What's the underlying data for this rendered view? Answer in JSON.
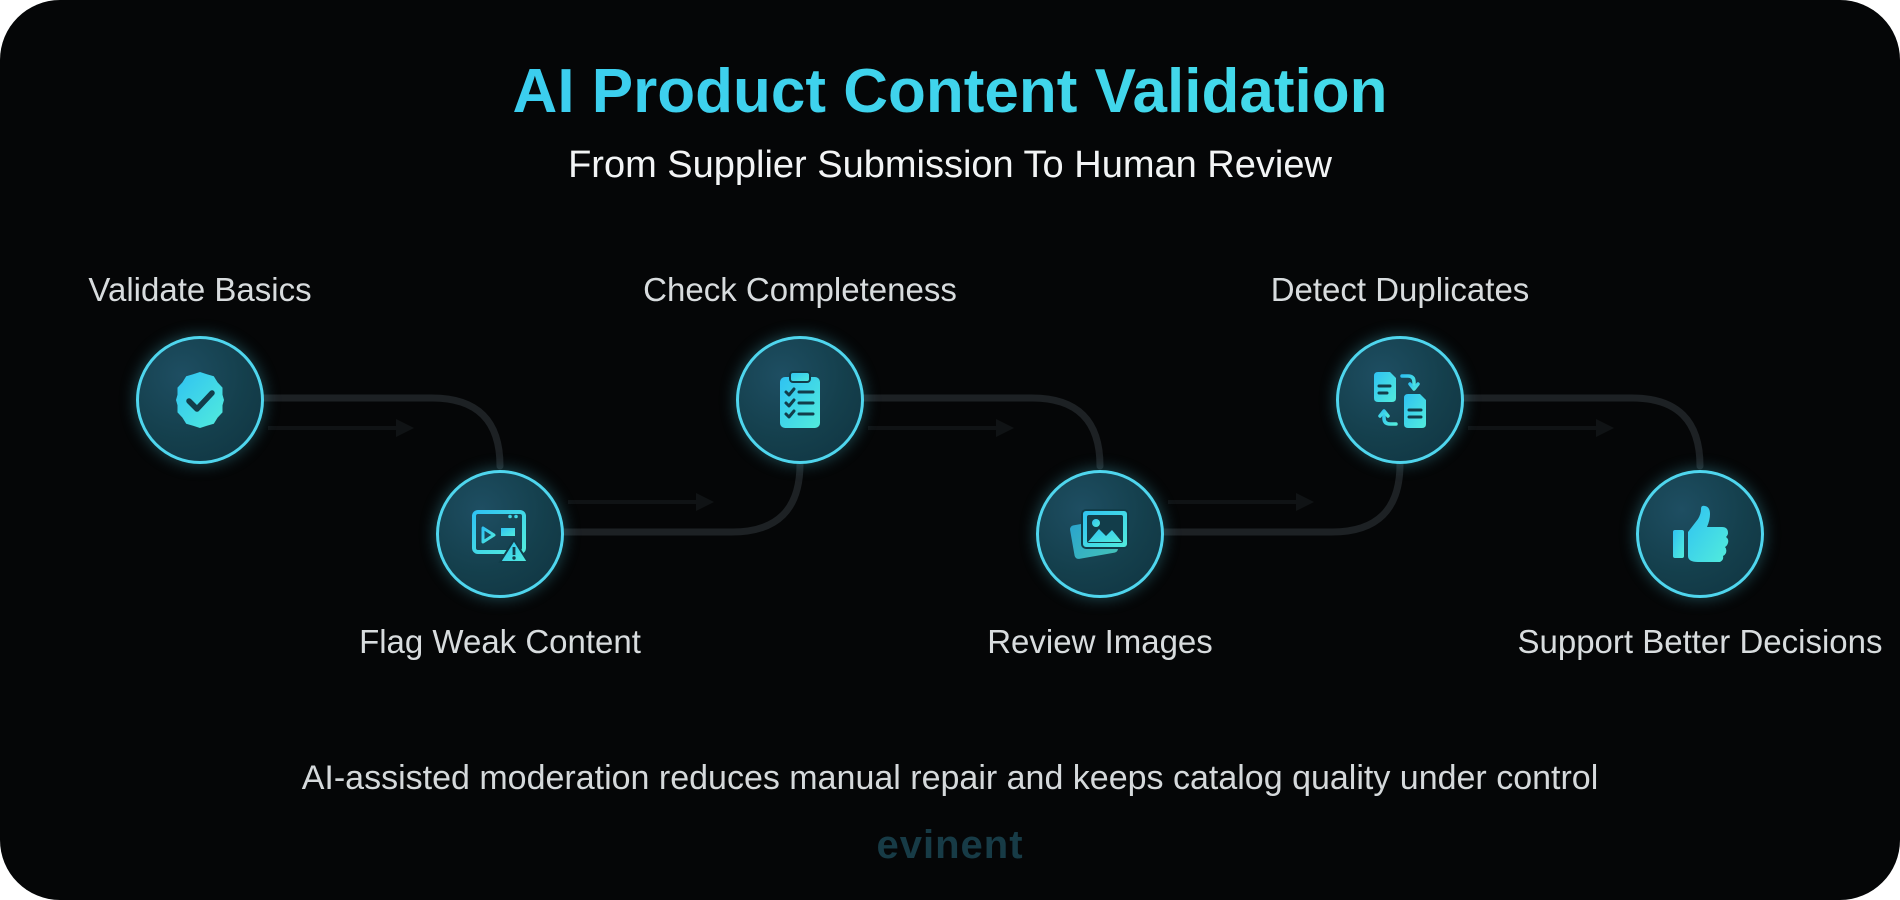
{
  "header": {
    "title": "AI Product Content Validation",
    "subtitle": "From Supplier Submission To Human Review"
  },
  "steps": [
    {
      "label": "Validate Basics",
      "icon": "verified-badge-icon",
      "row": "top"
    },
    {
      "label": "Flag Weak Content",
      "icon": "content-warning-icon",
      "row": "bottom"
    },
    {
      "label": "Check Completeness",
      "icon": "clipboard-checklist-icon",
      "row": "top"
    },
    {
      "label": "Review Images",
      "icon": "image-gallery-icon",
      "row": "bottom"
    },
    {
      "label": "Detect Duplicates",
      "icon": "duplicate-files-icon",
      "row": "top"
    },
    {
      "label": "Support Better Decisions",
      "icon": "thumbs-up-icon",
      "row": "bottom"
    }
  ],
  "footer": {
    "caption": "AI-assisted moderation reduces manual repair and keeps catalog quality under control",
    "brand": "evinent"
  },
  "colors": {
    "background": "#050607",
    "accent": "#4fd6ee",
    "title_gradient_start": "#36c6f2",
    "title_gradient_end": "#49e2e6",
    "connector": "#1d2124"
  }
}
